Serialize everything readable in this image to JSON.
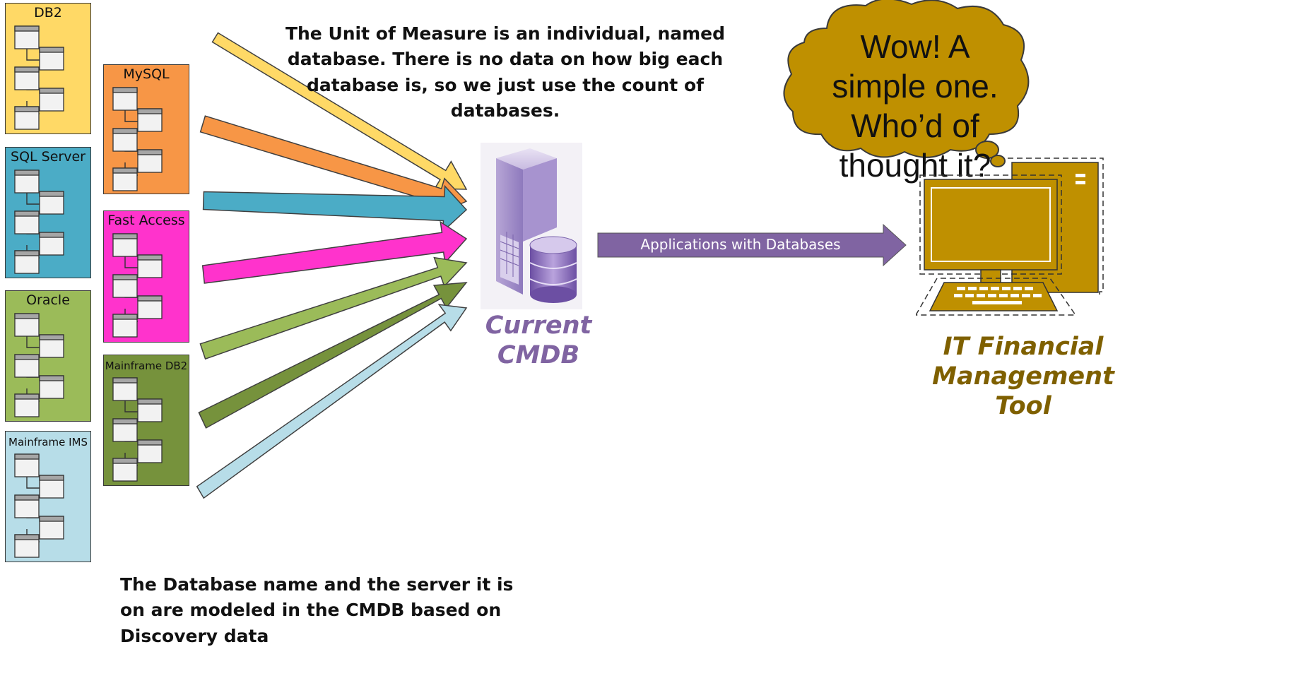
{
  "databases": [
    {
      "label": "DB2",
      "color": "#FFD966"
    },
    {
      "label": "SQL Server",
      "color": "#4BACC6"
    },
    {
      "label": "Oracle",
      "color": "#9BBB59"
    },
    {
      "label": "Mainframe IMS",
      "color": "#B7DDE8"
    },
    {
      "label": "MySQL",
      "color": "#F79646"
    },
    {
      "label": "Fast Access",
      "color": "#FF33CC"
    },
    {
      "label": "Mainframe DB2",
      "color": "#76923C"
    }
  ],
  "notes": {
    "unit_of_measure": "The Unit of Measure is an individual, named database. There is no data on how big each database is, so we just use the count of databases.",
    "discovery": "The Database name and the server it is on are modeled in the CMDB based on Discovery data"
  },
  "cmdb": {
    "caption": "Current CMDB",
    "color": "#8064A2"
  },
  "flow": {
    "label": "Applications with Databases",
    "color": "#8064A2"
  },
  "tool": {
    "caption": "IT Financial Management Tool",
    "color": "#7F6000"
  },
  "thought_bubble": {
    "text": "Wow!  A simple one.  Who’d of thought it?",
    "color": "#BF9000"
  },
  "icons": [
    "table-schema-icon",
    "server-database-icon",
    "desktop-computer-icon",
    "thought-bubble-icon",
    "arrow-icon"
  ]
}
